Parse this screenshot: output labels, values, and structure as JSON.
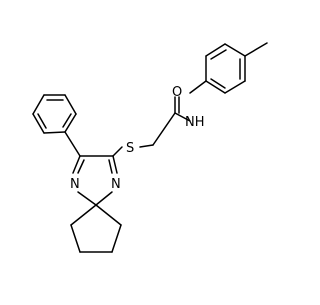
{
  "molecule": {
    "atom_labels": {
      "sulfur": "S",
      "carbonyl_oxygen": "O",
      "amide_nh": "NH",
      "ring_nitrogen_left": "N",
      "ring_nitrogen_right": "N"
    },
    "colors": {
      "bond": "#000000",
      "label": "#000000",
      "background": "#ffffff"
    }
  }
}
